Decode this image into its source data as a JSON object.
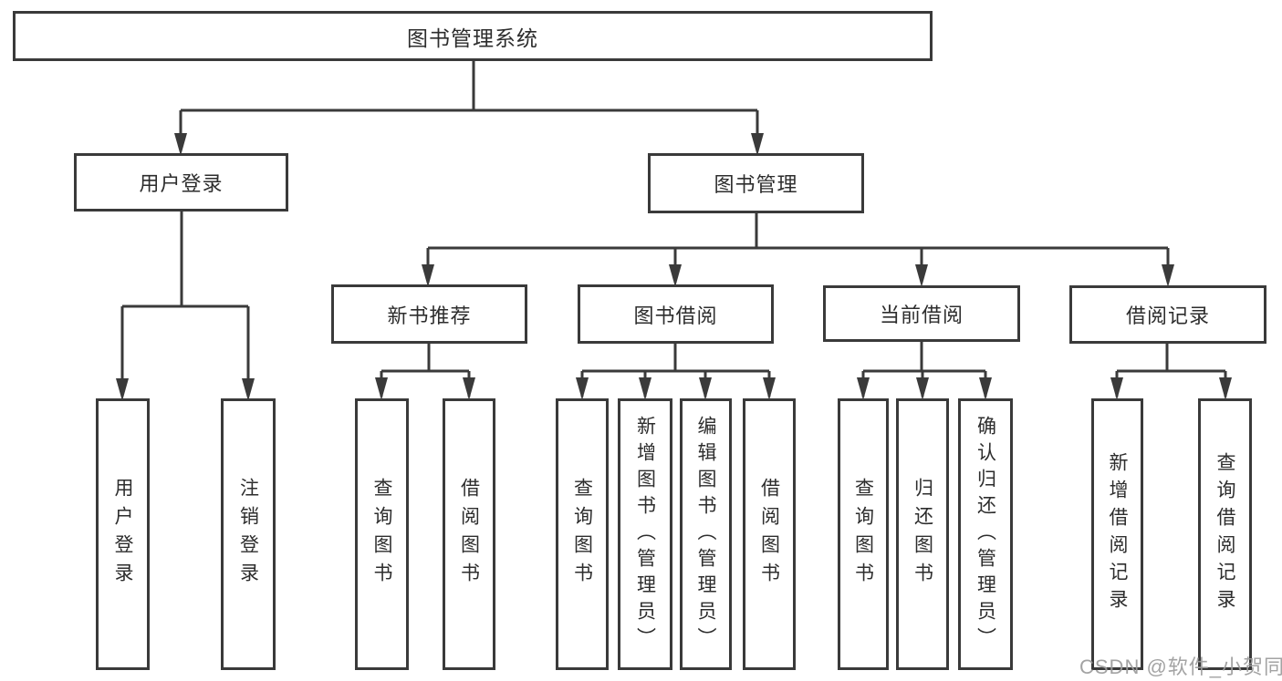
{
  "tree": {
    "root": "图书管理系统",
    "branches": [
      {
        "label": "用户登录",
        "children": [
          "用户登录",
          "注销登录"
        ]
      },
      {
        "label": "图书管理",
        "groups": [
          {
            "label": "新书推荐",
            "children": [
              "查询图书",
              "借阅图书"
            ]
          },
          {
            "label": "图书借阅",
            "children": [
              "查询图书",
              "新增图书（管理员）",
              "编辑图书（管理员）",
              "借阅图书"
            ]
          },
          {
            "label": "当前借阅",
            "children": [
              "查询图书",
              "归还图书",
              "确认归还（管理员）"
            ]
          },
          {
            "label": "借阅记录",
            "children": [
              "新增借阅记录",
              "查询借阅记录"
            ]
          }
        ]
      }
    ]
  },
  "watermark": "CSDN @软件_小贺同学",
  "colors": {
    "line": "#3a3a3a",
    "text": "#2d2d2d",
    "watermark": "#9c9c9c",
    "background": "#ffffff"
  }
}
